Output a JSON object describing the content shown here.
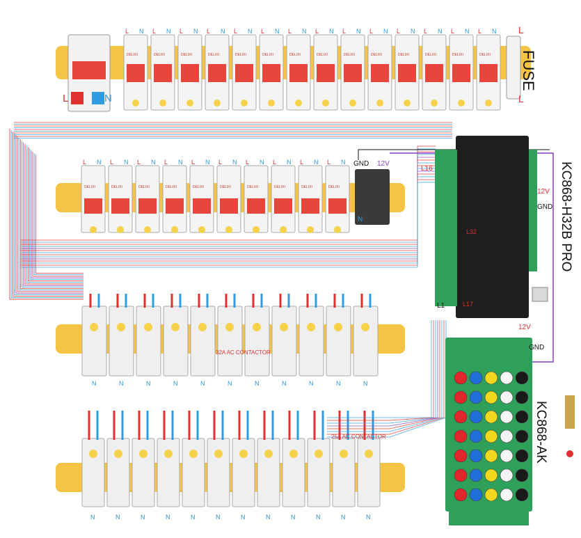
{
  "labels": {
    "fuse": "FUSE",
    "main_board": "KC868-H32B PRO",
    "keypad_board": "KC868-AK",
    "contactor_32a": "32A AC CONTACTOR",
    "contactor_25a": "25A AC CONTACTOR",
    "line": "L",
    "neutral": "N",
    "gnd": "GND",
    "v12": "12V",
    "l1": "L1",
    "l16": "L16",
    "l17": "L17",
    "l32": "L32",
    "breaker_brand": "DELIXI"
  },
  "colors": {
    "line_wire": "#e03030",
    "neutral_wire": "#2f9be0",
    "rail": "#f6c445",
    "breaker_red": "#e8453c",
    "board_black": "#1e1e1e",
    "terminal_green": "#2fa05a",
    "gnd_wire": "#111111",
    "v12_wire": "#8a3fc4"
  },
  "counts": {
    "top_breakers": 14,
    "mid_breakers": 10,
    "contactors_32a": 11,
    "contactors_25a_row": 12
  },
  "keypad": {
    "rows": [
      [
        "red",
        "blue",
        "yellow",
        "white",
        "black"
      ],
      [
        "red",
        "blue",
        "yellow",
        "white",
        "black"
      ],
      [
        "red",
        "blue",
        "yellow",
        "white",
        "black"
      ],
      [
        "red",
        "blue",
        "yellow",
        "white",
        "black"
      ],
      [
        "red",
        "blue",
        "yellow",
        "white",
        "black"
      ],
      [
        "red",
        "blue",
        "yellow",
        "white",
        "black"
      ],
      [
        "red",
        "blue",
        "yellow",
        "white",
        "black"
      ]
    ]
  }
}
